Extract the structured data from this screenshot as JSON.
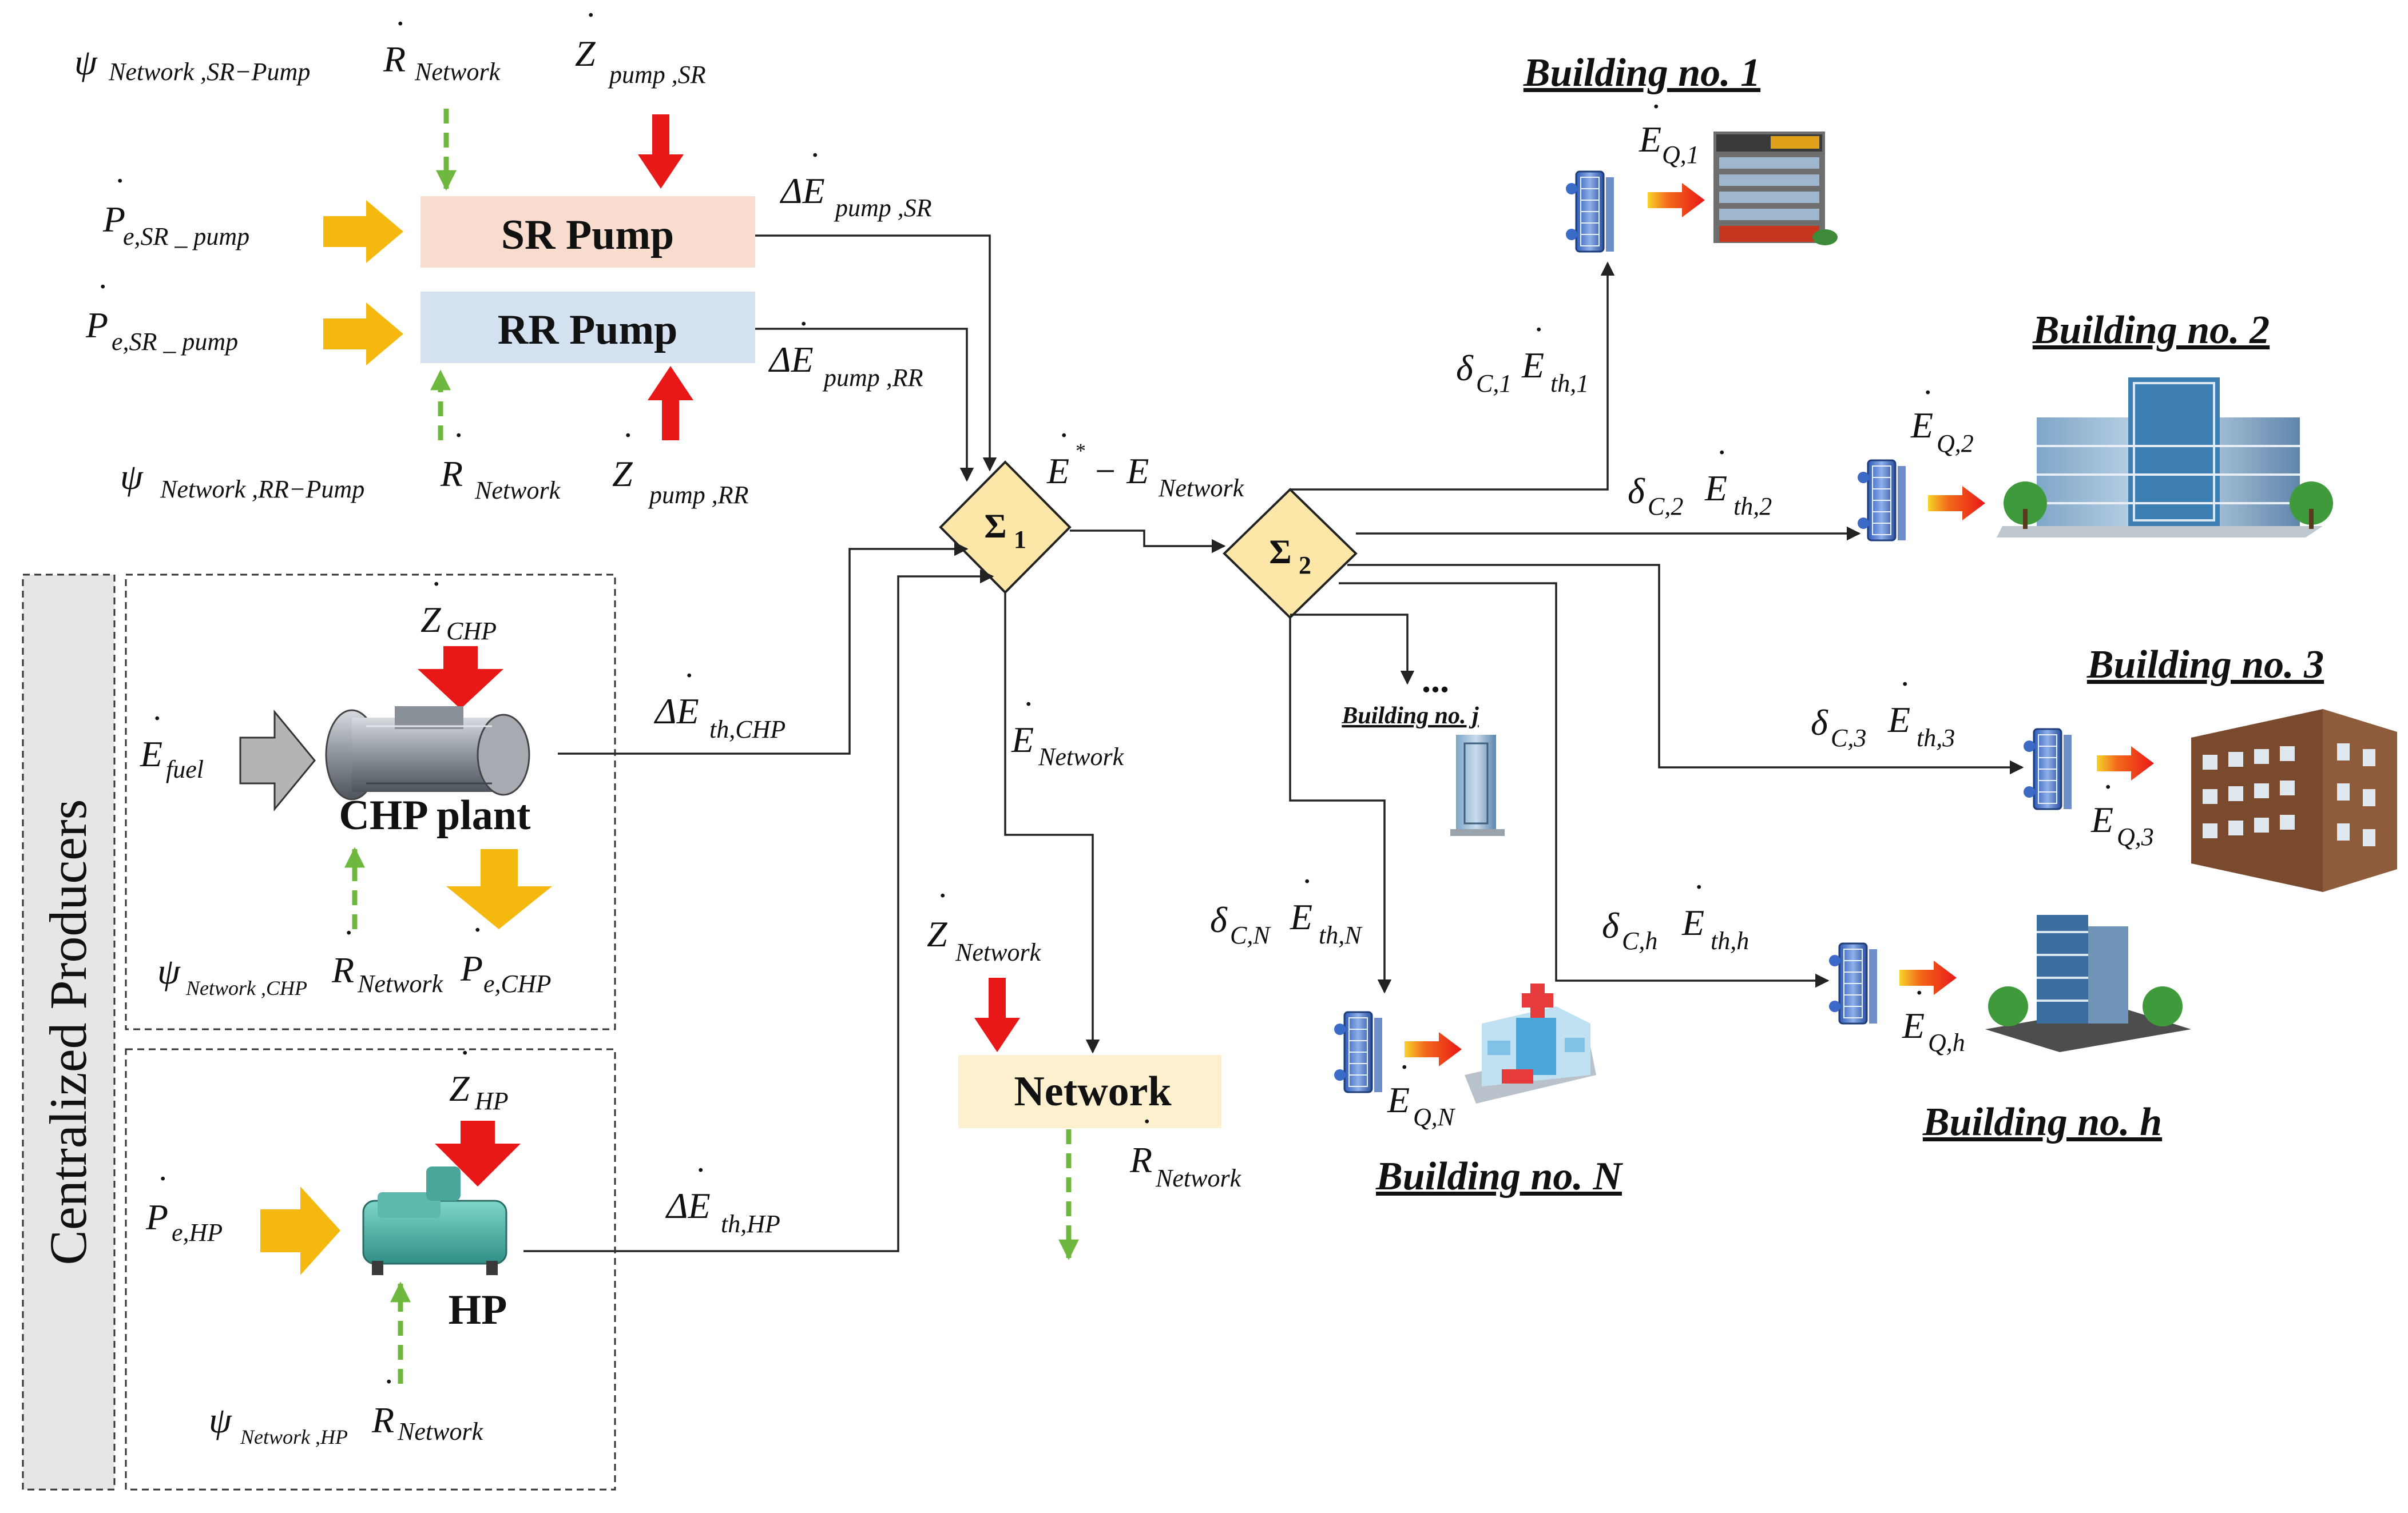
{
  "pumps": {
    "sr_label": "SR Pump",
    "rr_label": "RR Pump"
  },
  "producers": {
    "group_label": "Centralized Producers",
    "chp_label": "CHP plant",
    "hp_label": "HP"
  },
  "nodes": {
    "sigma1_symbol": "Σ",
    "sigma1_sub": "1",
    "sigma2_symbol": "Σ",
    "sigma2_sub": "2",
    "network_label": "Network",
    "building_j_label": "Building no. j",
    "ellipsis": "..."
  },
  "buildings": {
    "b1": "Building no. 1",
    "b2": "Building no. 2",
    "b3": "Building no. 3",
    "bN": "Building no. N",
    "bh": "Building no. h"
  },
  "colors": {
    "sr_pump_fill": "#f8dccd",
    "rr_pump_fill": "#d3e1f1",
    "network_fill": "#fdf0cf",
    "sigma_fill": "#fde7a8",
    "sigma_stroke": "#222222",
    "yellow_arrow": "#f5b80f",
    "red_arrow": "#e81818",
    "green_dashed": "#6fb83f",
    "grey_arrow": "#b4b4b4",
    "group_tab_fill": "#e6e6e6"
  },
  "icons": [
    "heat-exchanger-icon",
    "hotel-building-icon",
    "office-building-icon",
    "apartment-building-icon",
    "hospital-building-icon",
    "glass-tower-icon",
    "gas-turbine-icon",
    "heat-pump-chiller-icon"
  ]
}
